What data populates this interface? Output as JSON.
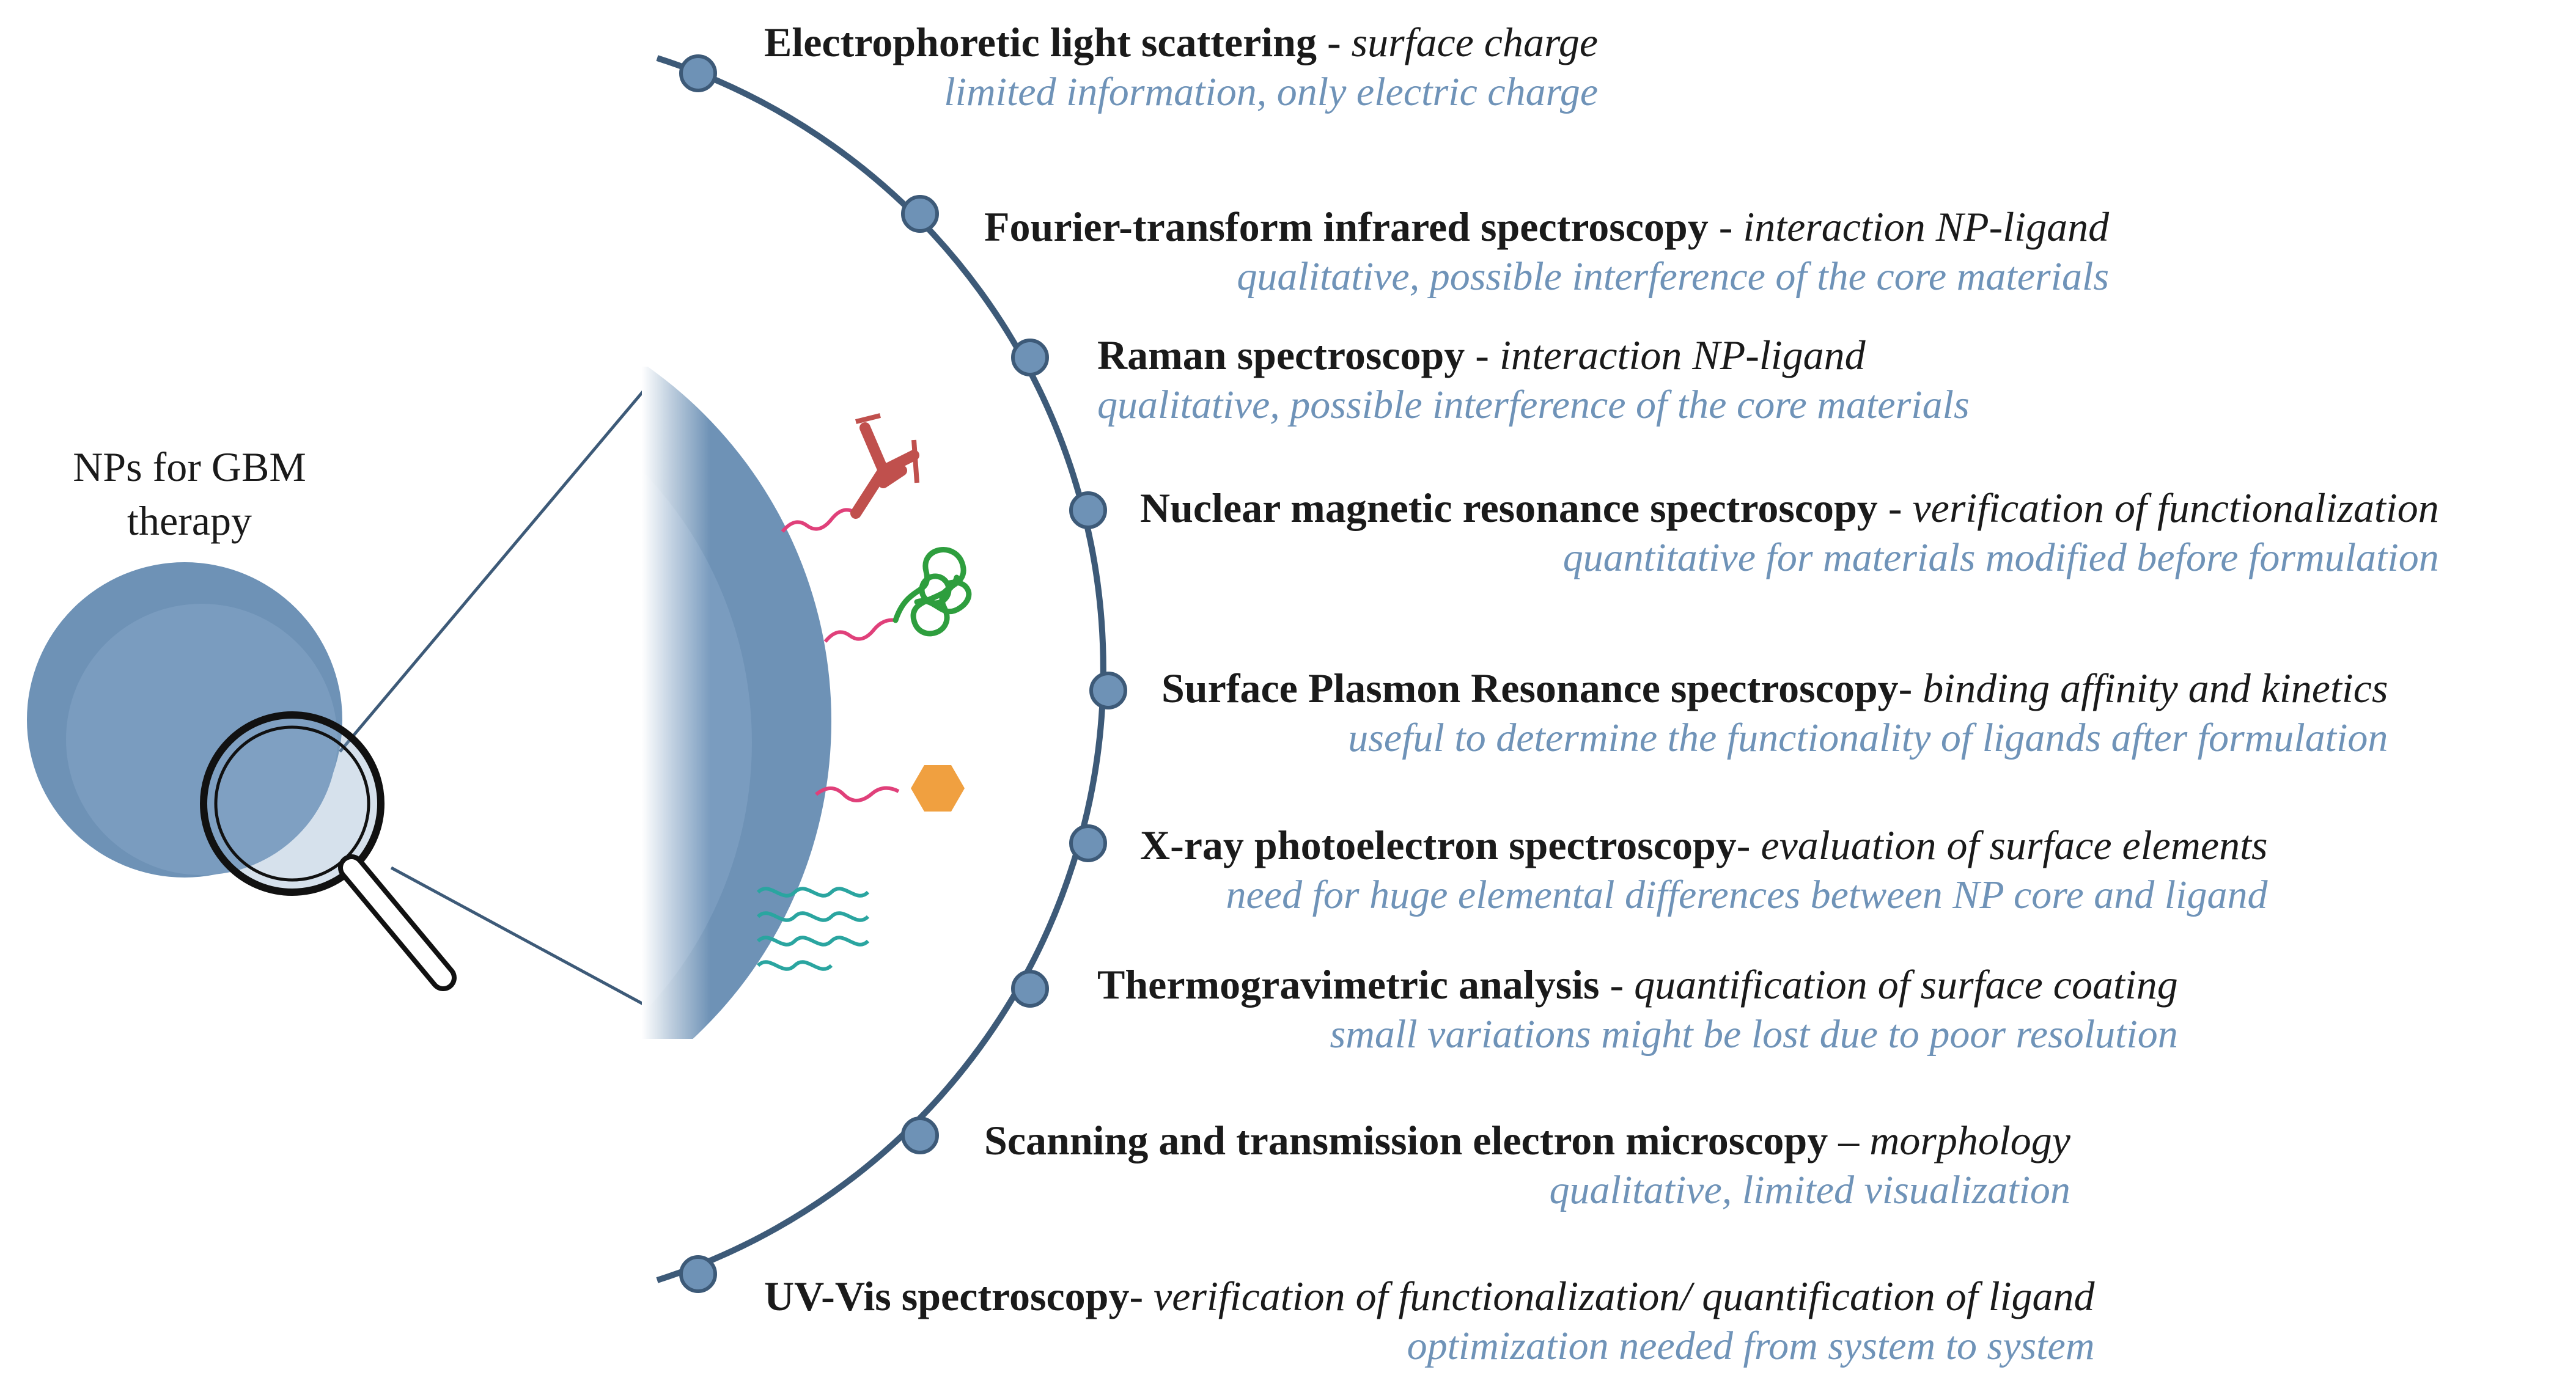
{
  "title": {
    "line1": "NPs for GBM",
    "line2": "therapy"
  },
  "colors": {
    "np_fill": "#6e92b6",
    "np_inner": "#7a9cbf",
    "arc": "#3d5a78",
    "dot": "#6e92b6",
    "limitation_text": "#6f93b8",
    "antibody": "#c0504d",
    "protein": "#2e9e3e",
    "small_molecule": "#f0a040",
    "aptamer": "#2aa5a0",
    "linker": "#e0407a"
  },
  "techniques": [
    {
      "name": "Electrophoretic light scattering",
      "separator": " - ",
      "purpose": "surface charge",
      "limitation": "limited information, only electric charge"
    },
    {
      "name": "Fourier-transform infrared spectroscopy",
      "separator": " - ",
      "purpose": "interaction NP-ligand",
      "limitation": "qualitative, possible interference of the core materials"
    },
    {
      "name": "Raman spectroscopy",
      "separator": " - ",
      "purpose": "interaction NP-ligand",
      "limitation": "qualitative, possible interference of the core materials"
    },
    {
      "name": "Nuclear magnetic resonance spectroscopy",
      "separator": " - ",
      "purpose": "verification of functionalization",
      "limitation": "quantitative for materials modified before formulation"
    },
    {
      "name": "Surface Plasmon Resonance spectroscopy",
      "separator": "- ",
      "purpose": "binding affinity and kinetics",
      "limitation": "useful to determine the functionality of ligands after formulation"
    },
    {
      "name": "X-ray photoelectron spectroscopy",
      "separator": "- ",
      "purpose": "evaluation of surface elements",
      "limitation": "need for huge elemental differences between NP core and ligand"
    },
    {
      "name": "Thermogravimetric analysis",
      "separator": " - ",
      "purpose": "quantification of surface coating",
      "limitation": "small variations might be lost due to poor resolution"
    },
    {
      "name": "Scanning and transmission electron microscopy",
      "separator": " – ",
      "purpose": "morphology",
      "limitation": "qualitative, limited visualization"
    },
    {
      "name": "UV-Vis spectroscopy",
      "separator": "- ",
      "purpose": "verification of functionalization/ quantification of ligand",
      "limitation": "optimization needed from system to system"
    }
  ]
}
